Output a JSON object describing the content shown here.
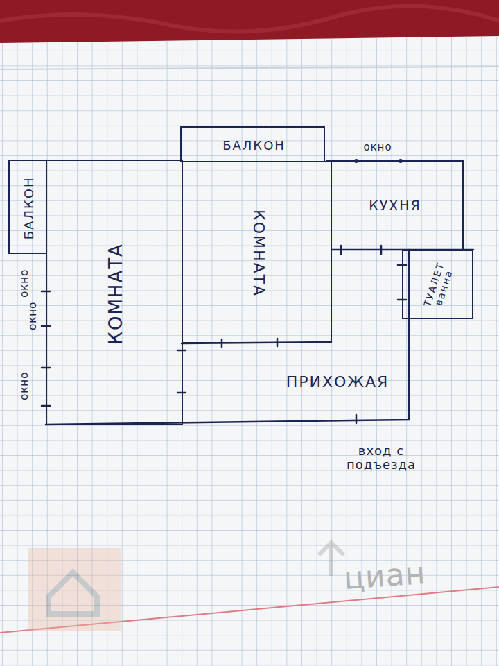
{
  "diagram": {
    "nodes": [
      {
        "text": [
          "БАЛКОН"
        ]
      },
      {
        "text": [
          "КОМНАТА"
        ]
      },
      {
        "text": [
          "БАЛКОН"
        ]
      },
      {
        "text": [
          "КОМНАТА"
        ]
      },
      {
        "text": [
          "КУХНЯ"
        ]
      },
      {
        "text": [
          "ТУАЛЕТ ванна"
        ]
      },
      {
        "text": [
          "ПРИХОЖАЯ"
        ]
      }
    ],
    "labels": [
      "окно",
      "окно",
      "окно",
      "окно",
      "вход с подъезда",
      "циан"
    ]
  }
}
